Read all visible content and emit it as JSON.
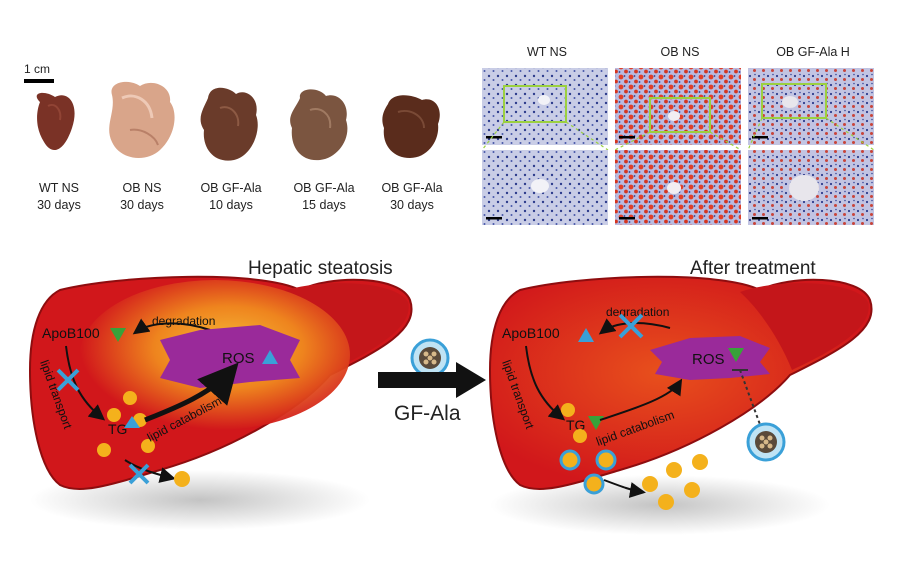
{
  "scale_bar": {
    "label": "1 cm"
  },
  "organs": [
    {
      "line1": "WT NS",
      "line2": "30 days",
      "color": "#7a3226"
    },
    {
      "line1": "OB NS",
      "line2": "30 days",
      "color": "#d9a58a"
    },
    {
      "line1": "OB GF-Ala",
      "line2": "10 days",
      "color": "#6a3b2a"
    },
    {
      "line1": "OB GF-Ala",
      "line2": "15 days",
      "color": "#7b5540"
    },
    {
      "line1": "OB GF-Ala",
      "line2": "30 days",
      "color": "#5a2c1c"
    }
  ],
  "histology": {
    "columns": [
      "WT NS",
      "OB NS",
      "OB GF-Ala H"
    ],
    "stain_colors": {
      "nuclei": "#3b4a9a",
      "lipid": "#e0402a",
      "box": "#9bd040"
    }
  },
  "left_panel": {
    "title": "Hepatic steatosis",
    "labels": {
      "apob": "ApoB100",
      "degradation": "degradation",
      "ros": "ROS",
      "tg": "TG",
      "lipid_transport": "lipid transport",
      "lipid_catabolism": "lipid catabolism"
    }
  },
  "right_panel": {
    "title": "After treatment",
    "labels": {
      "apob": "ApoB100",
      "degradation": "degradation",
      "ros": "ROS",
      "tg": "TG",
      "lipid_transport": "lipid transport",
      "lipid_catabolism": "lipid catabolism"
    }
  },
  "treatment_arrow": {
    "label": "GF-Ala"
  },
  "colors": {
    "liver": "#d1171b",
    "liver_edge": "#8e0d0f",
    "steatosis_glow": "#f5b320",
    "ros_purple": "#9a2a9a",
    "up_arrow": "#3aa0d8",
    "down_arrow": "#38a23a",
    "lipid_droplet": "#f4b11c",
    "nanoparticle": "#5a4a3a"
  }
}
